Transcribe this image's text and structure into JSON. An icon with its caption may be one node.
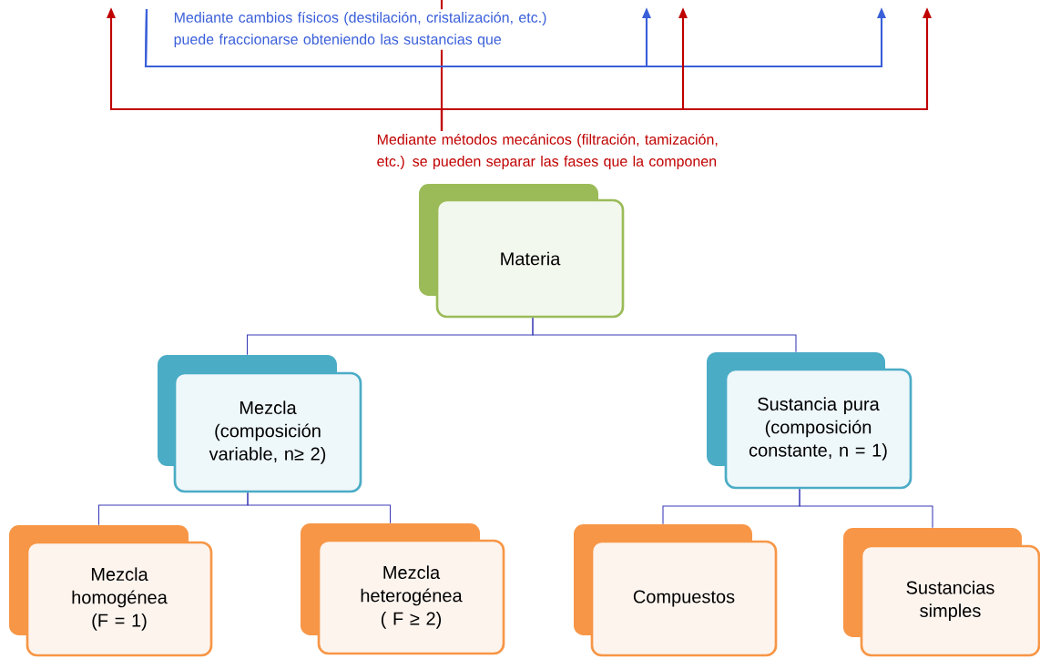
{
  "diagram": {
    "nodes": [
      {
        "text": [
          "Materia"
        ]
      },
      {
        "text": [
          "Mezcla (composición variable, n≥ 2)"
        ]
      },
      {
        "text": [
          "Sustancia pura (composición constante, n = 1)"
        ]
      },
      {
        "text": [
          "Mezcla homogénea (F = 1)"
        ]
      },
      {
        "text": [
          "Mezcla heterogénea ( F ≥ 2)"
        ]
      },
      {
        "text": [
          "Compuestos"
        ]
      },
      {
        "text": [
          "Sustancias simples"
        ]
      },
      {
        "text": [
          "Mediante cambios físicos (destilación, cristalización, etc.) puede fraccionarse obteniendo las sustancias que"
        ]
      },
      {
        "text": [
          "Mediante métodos mecánicos (filtración, tamización, etc.) se pueden separar las fases que la componen"
        ]
      }
    ],
    "edges": [
      {
        "from": 0,
        "to": 1,
        "arrow": "none"
      },
      {
        "from": 0,
        "to": 2,
        "arrow": "none"
      },
      {
        "from": 1,
        "to": 3,
        "arrow": "none"
      },
      {
        "from": 1,
        "to": 4,
        "arrow": "none"
      },
      {
        "from": 2,
        "to": 5,
        "arrow": "none"
      },
      {
        "from": 2,
        "to": 6,
        "arrow": "none"
      },
      {
        "from": 7,
        "to": null,
        "arrow": "to",
        "color": "#3a5fd9"
      },
      {
        "from": 7,
        "to": null,
        "arrow": "to",
        "color": "#3a5fd9"
      },
      {
        "from": 8,
        "to": null,
        "arrow": "to",
        "color": "#c00000"
      },
      {
        "from": 8,
        "to": null,
        "arrow": "to",
        "color": "#c00000"
      },
      {
        "from": 8,
        "to": null,
        "arrow": "to",
        "color": "#c00000"
      }
    ]
  }
}
